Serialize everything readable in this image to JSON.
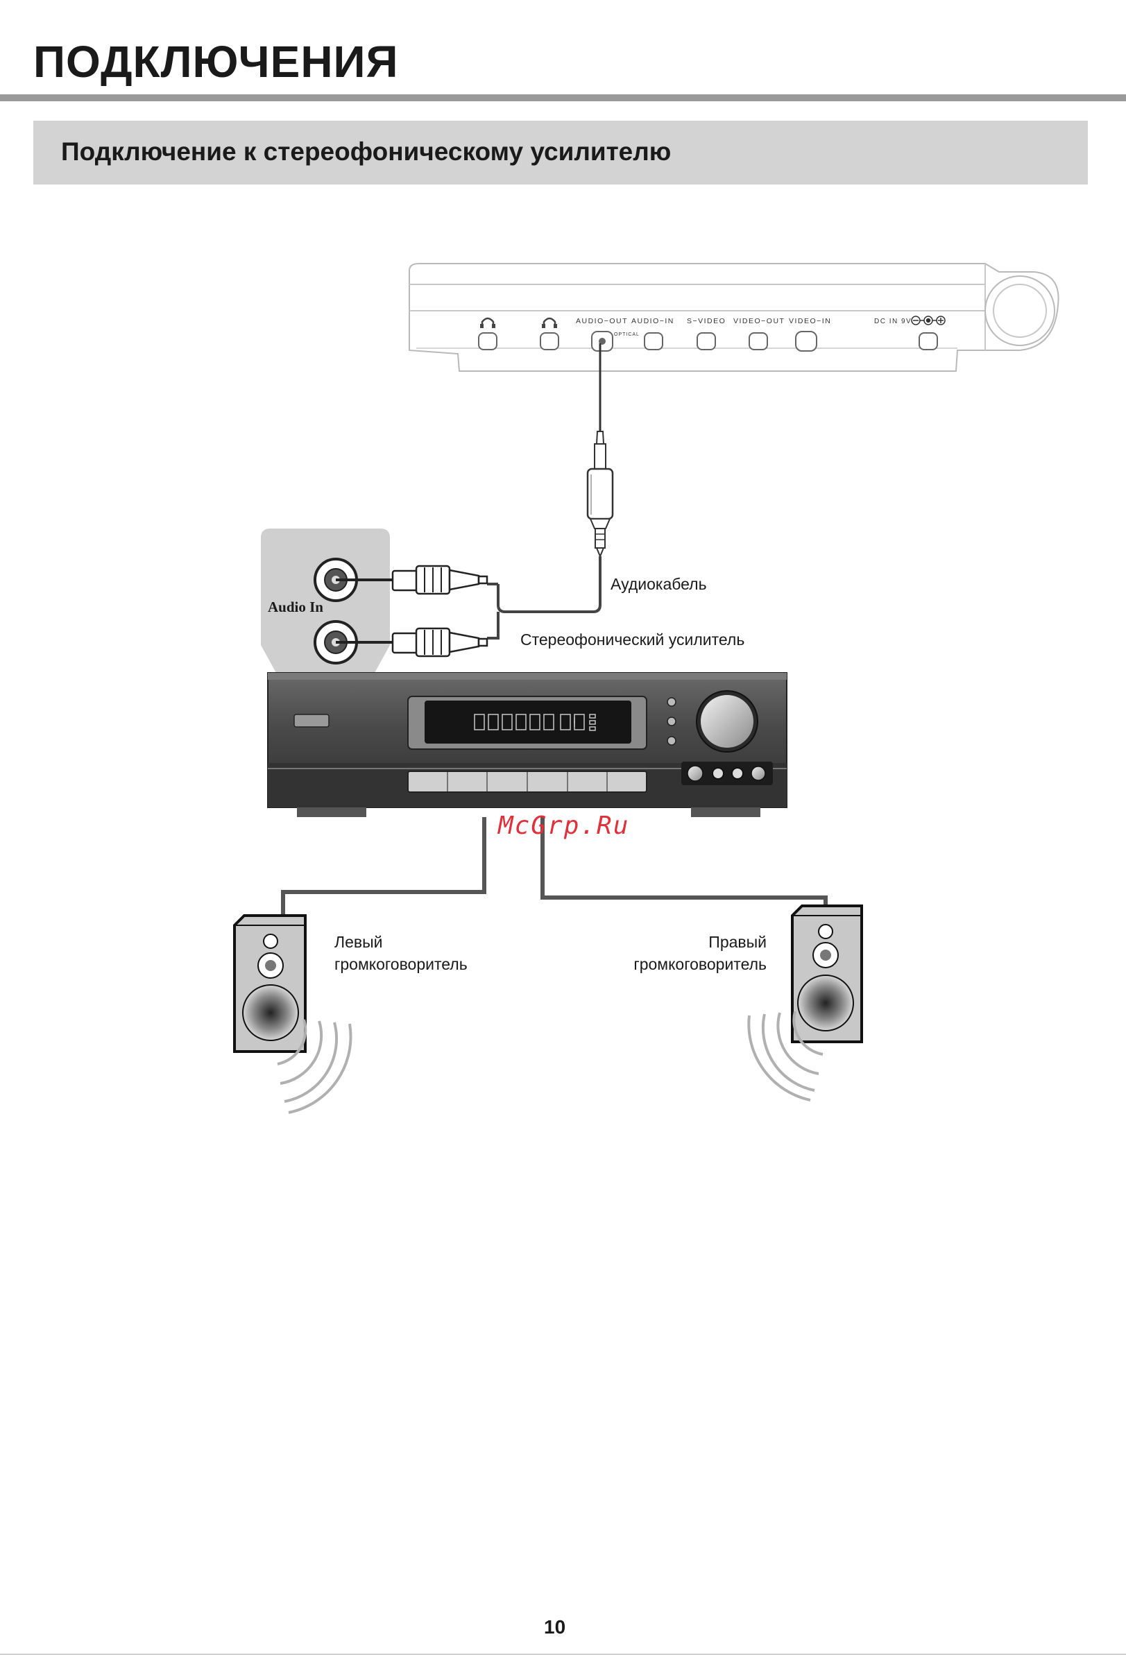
{
  "page": {
    "title": "ПОДКЛЮЧЕНИЯ",
    "section_title": "Подключение к стереофоническому усилителю",
    "page_number": "10",
    "watermark": "McGrp.Ru"
  },
  "player_panel": {
    "ports": [
      "AUDIO−OUT",
      "AUDIO−IN",
      "S−VIDEO",
      "VIDEO−OUT",
      "VIDEO−IN"
    ],
    "optical_label": "OPTICAL",
    "dc_label": "DC IN 9V"
  },
  "labels": {
    "audio_in": "Audio In",
    "audio_cable": "Аудиокабель",
    "stereo_amplifier": "Стереофонический усилитель",
    "left_speaker_line1": "Левый",
    "left_speaker_line2": "громкоговоритель",
    "right_speaker_line1": "Правый",
    "right_speaker_line2": "громкоговоритель"
  },
  "colors": {
    "section_bar": "#d3d3d3",
    "rule": "#9a9a9a",
    "amplifier_body": "#4a4a4a",
    "watermark": "#e0303a"
  }
}
